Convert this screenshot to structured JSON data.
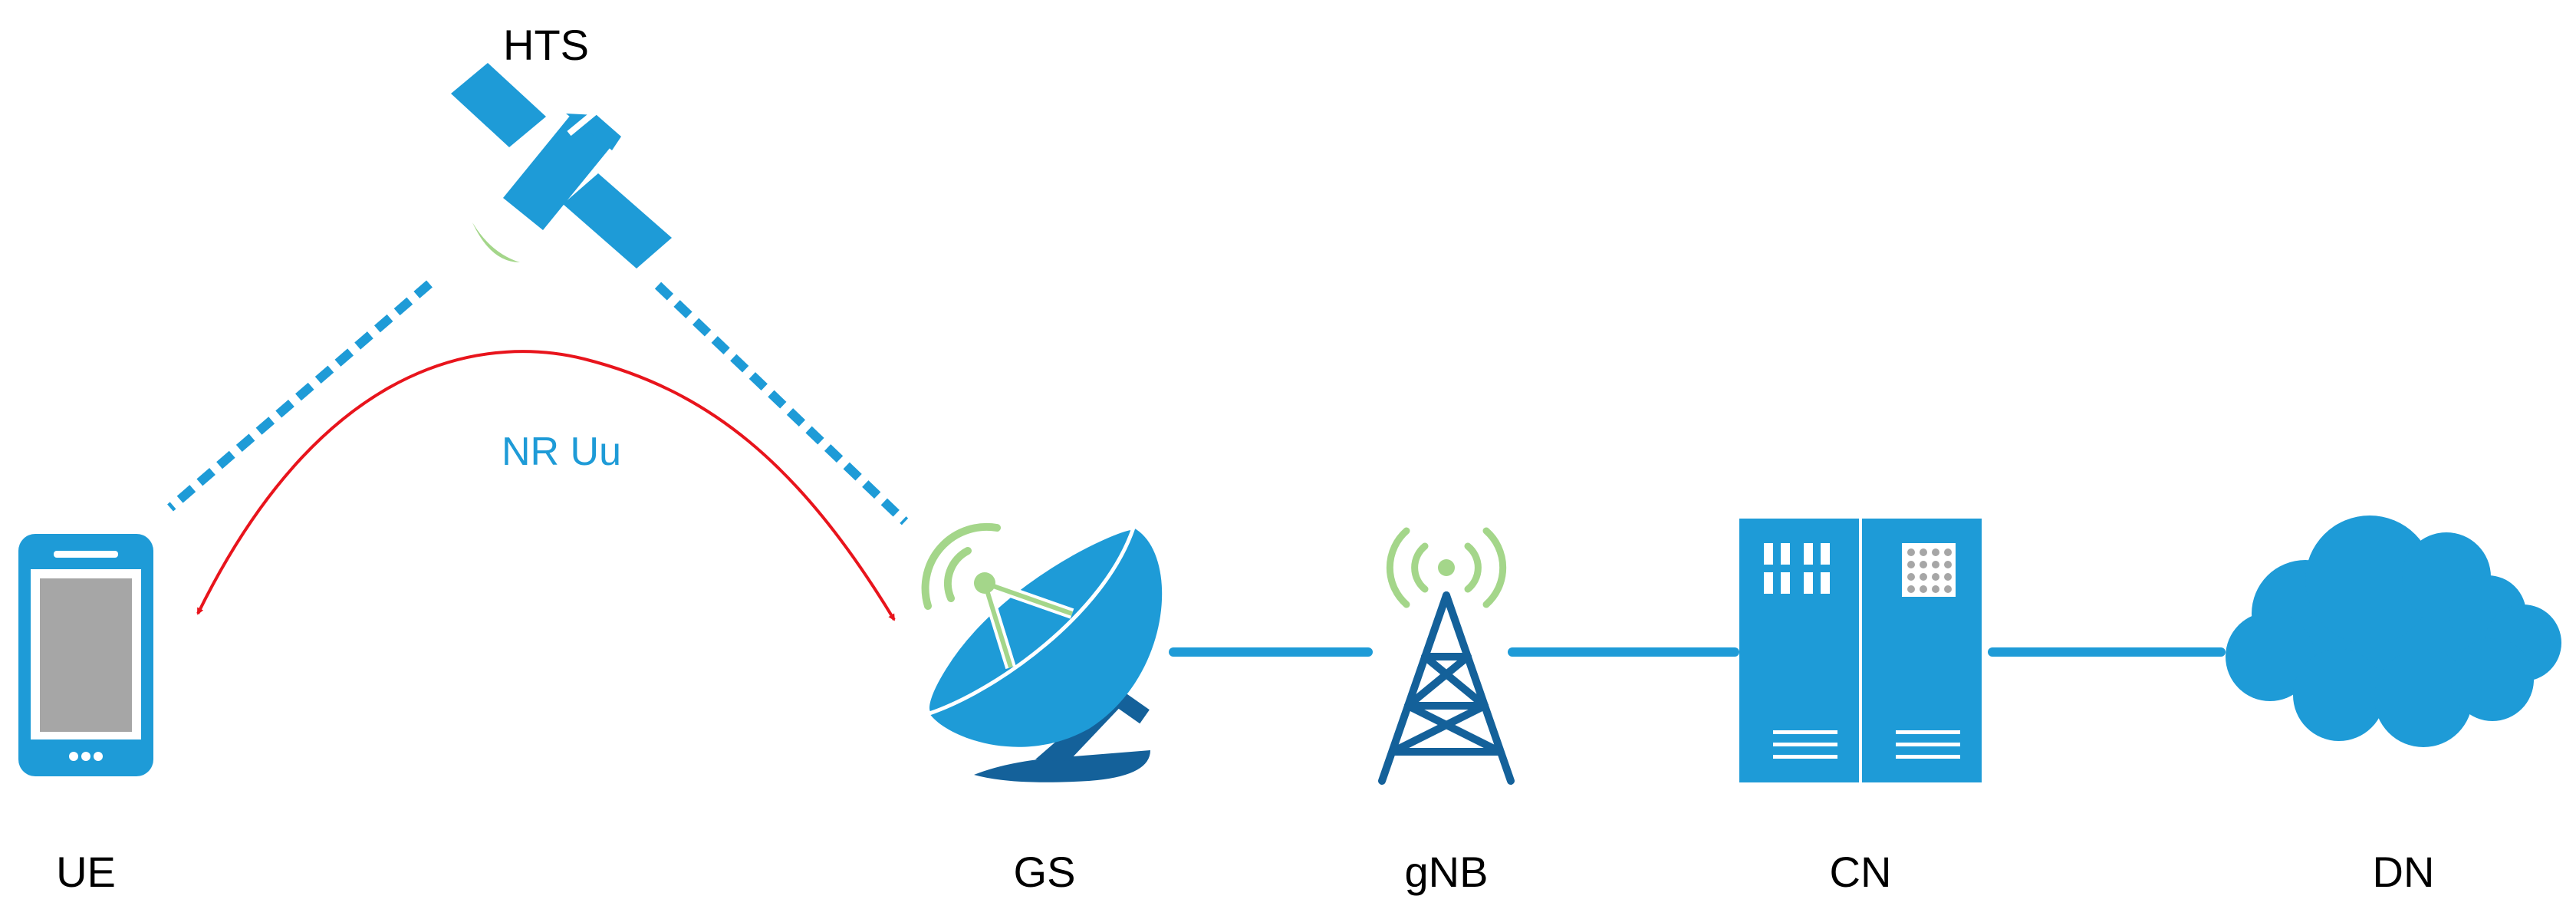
{
  "nodes": {
    "satellite": {
      "label": "HTS",
      "icon": "satellite-icon"
    },
    "ue": {
      "label": "UE",
      "icon": "smartphone-icon"
    },
    "gs": {
      "label": "GS",
      "icon": "satellite-dish-icon"
    },
    "gnb": {
      "label": "gNB",
      "icon": "cell-tower-icon"
    },
    "cn": {
      "label": "CN",
      "icon": "server-rack-icon"
    },
    "dn": {
      "label": "DN",
      "icon": "cloud-icon"
    }
  },
  "links": {
    "radio_interface": {
      "label": "NR Uu",
      "color": "#1E9BD7"
    }
  },
  "colors": {
    "primary": "#1E9BD7",
    "accent_green": "#A4D68A",
    "arrow_red": "#E8141C",
    "screen_gray": "#A6A6A6",
    "dark_blue": "#14619A"
  }
}
